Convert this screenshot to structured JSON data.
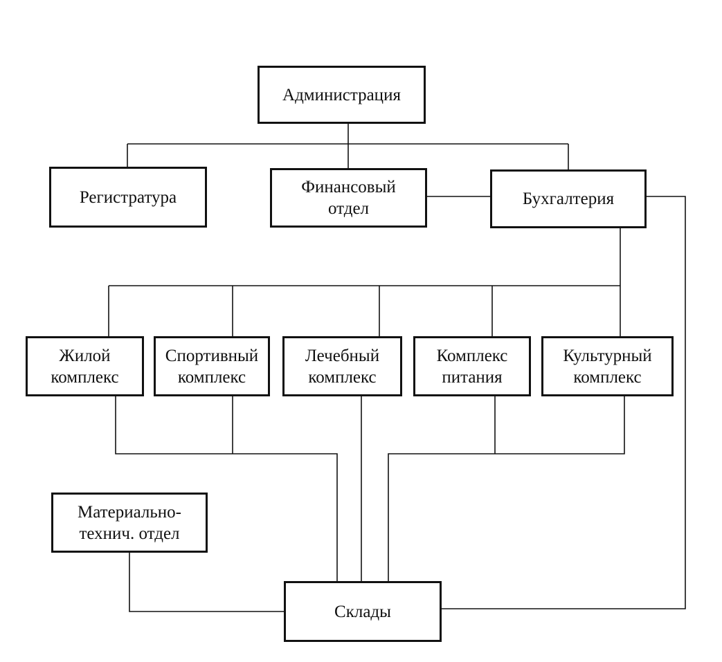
{
  "diagram": {
    "nodes": {
      "administration": {
        "lines": [
          "Администрация"
        ]
      },
      "registry": {
        "lines": [
          "Регистратура"
        ]
      },
      "finance": {
        "lines": [
          "Финансовый",
          "отдел"
        ]
      },
      "accounting": {
        "lines": [
          "Бухгалтерия"
        ]
      },
      "housing": {
        "lines": [
          "Жилой",
          "комплекс"
        ]
      },
      "sports": {
        "lines": [
          "Спортивный",
          "комплекс"
        ]
      },
      "medical": {
        "lines": [
          "Лечебный",
          "комплекс"
        ]
      },
      "catering": {
        "lines": [
          "Комплекс",
          "питания"
        ]
      },
      "culture": {
        "lines": [
          "Культурный",
          "комплекс"
        ]
      },
      "material": {
        "lines": [
          "Материально-",
          "технич. отдел"
        ]
      },
      "warehouses": {
        "lines": [
          "Склады"
        ]
      }
    },
    "edges": [
      {
        "from": "administration",
        "to": "registry"
      },
      {
        "from": "administration",
        "to": "finance"
      },
      {
        "from": "administration",
        "to": "accounting"
      },
      {
        "from": "finance",
        "to": "accounting"
      },
      {
        "from": "accounting",
        "to": "housing"
      },
      {
        "from": "accounting",
        "to": "sports"
      },
      {
        "from": "accounting",
        "to": "medical"
      },
      {
        "from": "accounting",
        "to": "catering"
      },
      {
        "from": "accounting",
        "to": "culture"
      },
      {
        "from": "accounting",
        "to": "warehouses"
      },
      {
        "from": "housing",
        "to": "warehouses"
      },
      {
        "from": "sports",
        "to": "warehouses"
      },
      {
        "from": "medical",
        "to": "warehouses"
      },
      {
        "from": "catering",
        "to": "warehouses"
      },
      {
        "from": "culture",
        "to": "warehouses"
      },
      {
        "from": "material",
        "to": "warehouses"
      }
    ]
  }
}
